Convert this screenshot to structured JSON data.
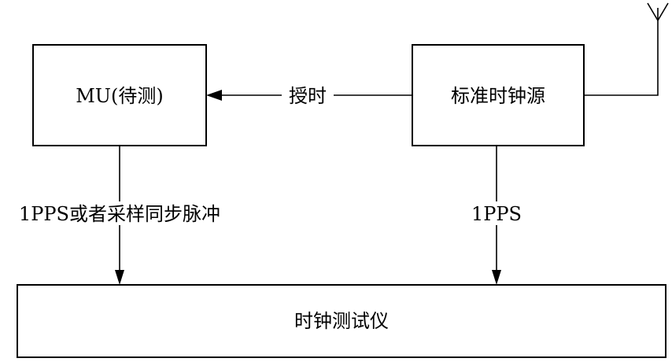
{
  "nodes": {
    "mu": {
      "label": "MU(待测)"
    },
    "clock_source": {
      "label": "标准时钟源"
    },
    "tester": {
      "label": "时钟测试仪"
    }
  },
  "edges": {
    "timing": {
      "label": "授时"
    },
    "mu_to_tester": {
      "label": "1PPS或者采样同步脉冲"
    },
    "source_to_tester": {
      "label": "1PPS"
    }
  },
  "colors": {
    "stroke": "#000000",
    "background": "#ffffff"
  }
}
